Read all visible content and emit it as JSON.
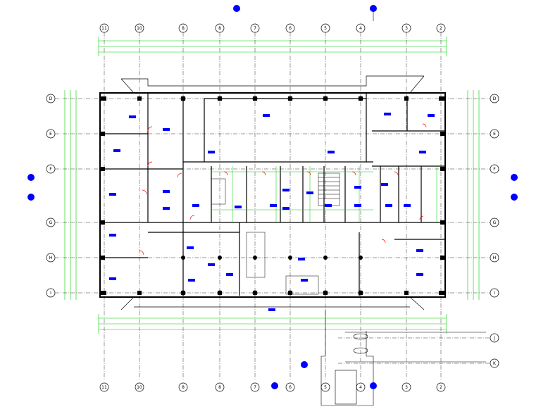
{
  "title": "",
  "colors": {
    "wall": "#000000",
    "gridline": "#000000",
    "dimension": "#00cc00",
    "room_tag": "#0000ff",
    "door": "#ff0000",
    "background": "#ffffff"
  },
  "grid": {
    "columns": [
      "11",
      "10",
      "8",
      "8",
      "7",
      "6",
      "5",
      "4",
      "3",
      "2"
    ],
    "rows": [
      "D",
      "E",
      "F",
      "G",
      "H",
      "I"
    ],
    "extra_rows": [
      "J",
      "K"
    ]
  },
  "section_markers": [
    "section-marker-top",
    "section-marker-top-right",
    "section-marker-left",
    "section-marker-right",
    "section-marker-bottom",
    "section-marker-bottom-right"
  ],
  "room_tags": [
    {
      "id": "r1",
      "label": "",
      "name": "room-tag"
    },
    {
      "id": "r2",
      "label": "",
      "name": "room-tag"
    }
  ]
}
